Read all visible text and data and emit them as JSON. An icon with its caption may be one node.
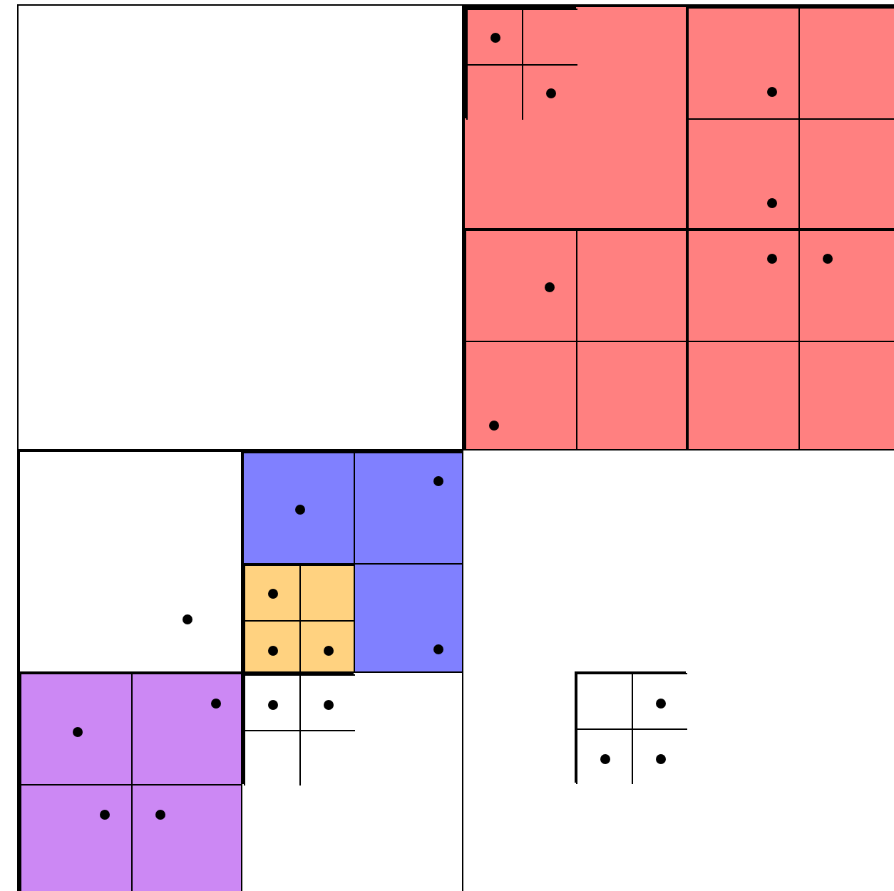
{
  "diagram": {
    "nodes": [
      {
        "text": [],
        "shape": "box"
      },
      {
        "text": [],
        "shape": "box"
      },
      {
        "text": [],
        "shape": "box",
        "in": 1
      },
      {
        "text": [],
        "shape": "box",
        "in": 2
      },
      {
        "text": [],
        "shape": "box",
        "in": 3
      },
      {
        "text": [],
        "shape": "box",
        "in": 3
      },
      {
        "text": [],
        "shape": "box",
        "in": 3
      },
      {
        "text": [],
        "shape": "box",
        "in": 3
      },
      {
        "text": [],
        "shape": "box",
        "in": 1
      },
      {
        "text": [],
        "shape": "box",
        "in": 8
      },
      {
        "text": [],
        "shape": "box",
        "in": 8
      },
      {
        "text": [],
        "shape": "box",
        "in": 8
      },
      {
        "text": [],
        "shape": "box",
        "in": 8
      },
      {
        "text": [],
        "shape": "box",
        "in": 1
      },
      {
        "text": [],
        "shape": "box",
        "in": 13
      },
      {
        "text": [],
        "shape": "box",
        "in": 13
      },
      {
        "text": [],
        "shape": "box",
        "in": 13
      },
      {
        "text": [],
        "shape": "box",
        "in": 13
      },
      {
        "text": [],
        "shape": "box",
        "in": 1
      },
      {
        "text": [],
        "shape": "box",
        "in": 18
      },
      {
        "text": [],
        "shape": "box",
        "in": 18
      },
      {
        "text": [],
        "shape": "box",
        "in": 18
      },
      {
        "text": [],
        "shape": "box",
        "in": 18
      },
      {
        "text": [],
        "shape": "box"
      },
      {
        "text": [],
        "shape": "box",
        "in": 23
      },
      {
        "text": [],
        "shape": "box",
        "in": 23
      },
      {
        "text": [],
        "shape": "box",
        "in": 25
      },
      {
        "text": [],
        "shape": "box",
        "in": 25
      },
      {
        "text": [],
        "shape": "box",
        "in": 25
      },
      {
        "text": [],
        "shape": "box",
        "in": 28
      },
      {
        "text": [],
        "shape": "box",
        "in": 28
      },
      {
        "text": [],
        "shape": "box",
        "in": 28
      },
      {
        "text": [],
        "shape": "box",
        "in": 28
      },
      {
        "text": [],
        "shape": "box",
        "in": 25
      },
      {
        "text": [],
        "shape": "box",
        "in": 23
      },
      {
        "text": [],
        "shape": "box",
        "in": 34
      },
      {
        "text": [],
        "shape": "box",
        "in": 34
      },
      {
        "text": [],
        "shape": "box",
        "in": 34
      },
      {
        "text": [],
        "shape": "box",
        "in": 34
      },
      {
        "text": [],
        "shape": "box",
        "in": 23
      },
      {
        "text": [],
        "shape": "box",
        "in": 39
      },
      {
        "text": [],
        "shape": "box",
        "in": 40
      },
      {
        "text": [],
        "shape": "box",
        "in": 40
      },
      {
        "text": [],
        "shape": "box",
        "in": 40
      },
      {
        "text": [],
        "shape": "box",
        "in": 40
      },
      {
        "text": [],
        "shape": "box"
      },
      {
        "text": [],
        "shape": "box",
        "in": 45
      },
      {
        "text": [],
        "shape": "box",
        "in": 46
      },
      {
        "text": [],
        "shape": "box",
        "in": 46
      },
      {
        "text": [],
        "shape": "box",
        "in": 46
      },
      {
        "text": [],
        "shape": "box",
        "in": 46
      },
      {
        "text": [],
        "shape": "circle",
        "in": 4
      },
      {
        "text": [],
        "shape": "circle",
        "in": 7
      },
      {
        "text": [],
        "shape": "circle",
        "in": 9
      },
      {
        "text": [],
        "shape": "circle",
        "in": 11
      },
      {
        "text": [],
        "shape": "circle",
        "in": 19
      },
      {
        "text": [],
        "shape": "circle",
        "in": 20
      },
      {
        "text": [],
        "shape": "circle",
        "in": 14
      },
      {
        "text": [],
        "shape": "circle",
        "in": 16
      },
      {
        "text": [],
        "shape": "circle",
        "in": 24
      },
      {
        "text": [],
        "shape": "circle",
        "in": 26
      },
      {
        "text": [],
        "shape": "circle",
        "in": 27
      },
      {
        "text": [],
        "shape": "circle",
        "in": 33
      },
      {
        "text": [],
        "shape": "circle",
        "in": 29
      },
      {
        "text": [],
        "shape": "circle",
        "in": 31
      },
      {
        "text": [],
        "shape": "circle",
        "in": 32
      },
      {
        "text": [],
        "shape": "circle",
        "in": 35
      },
      {
        "text": [],
        "shape": "circle",
        "in": 36
      },
      {
        "text": [],
        "shape": "circle",
        "in": 37
      },
      {
        "text": [],
        "shape": "circle",
        "in": 38
      },
      {
        "text": [],
        "shape": "circle",
        "in": 41
      },
      {
        "text": [],
        "shape": "circle",
        "in": 42
      },
      {
        "text": [],
        "shape": "circle",
        "in": 48
      },
      {
        "text": [],
        "shape": "circle",
        "in": 49
      },
      {
        "text": [],
        "shape": "circle",
        "in": 50
      }
    ]
  }
}
